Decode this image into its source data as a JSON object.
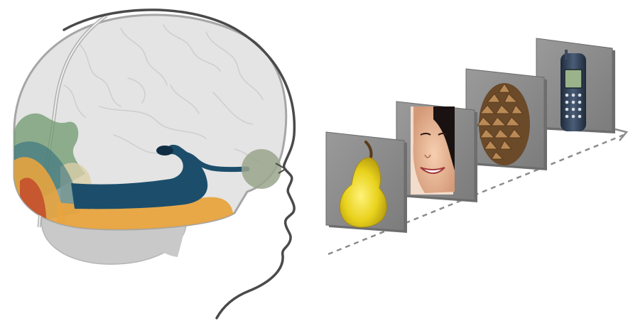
{
  "figure": {
    "panels": [
      {
        "id": "pear",
        "name": "pear-image"
      },
      {
        "id": "face",
        "name": "face-image"
      },
      {
        "id": "pinecone",
        "name": "pinecone-image"
      },
      {
        "id": "phone",
        "name": "mobile-phone-image"
      }
    ],
    "colors": {
      "brain_fill": "#e4e4e4",
      "brain_outline": "#a6a6a6",
      "cerebellum": "#c9c9c9",
      "head_outline": "#4a4a4a",
      "green_region": "#6f9a6f",
      "teal_region": "#2b5f72",
      "dark_blue_pathway": "#1c4e6b",
      "orange_region": "#e8a43f",
      "red_region": "#c24a2b",
      "eye_region": "#9aa58c",
      "panel_gray": "#8a8a8a",
      "dashed_axis": "#8c8c8c"
    }
  }
}
